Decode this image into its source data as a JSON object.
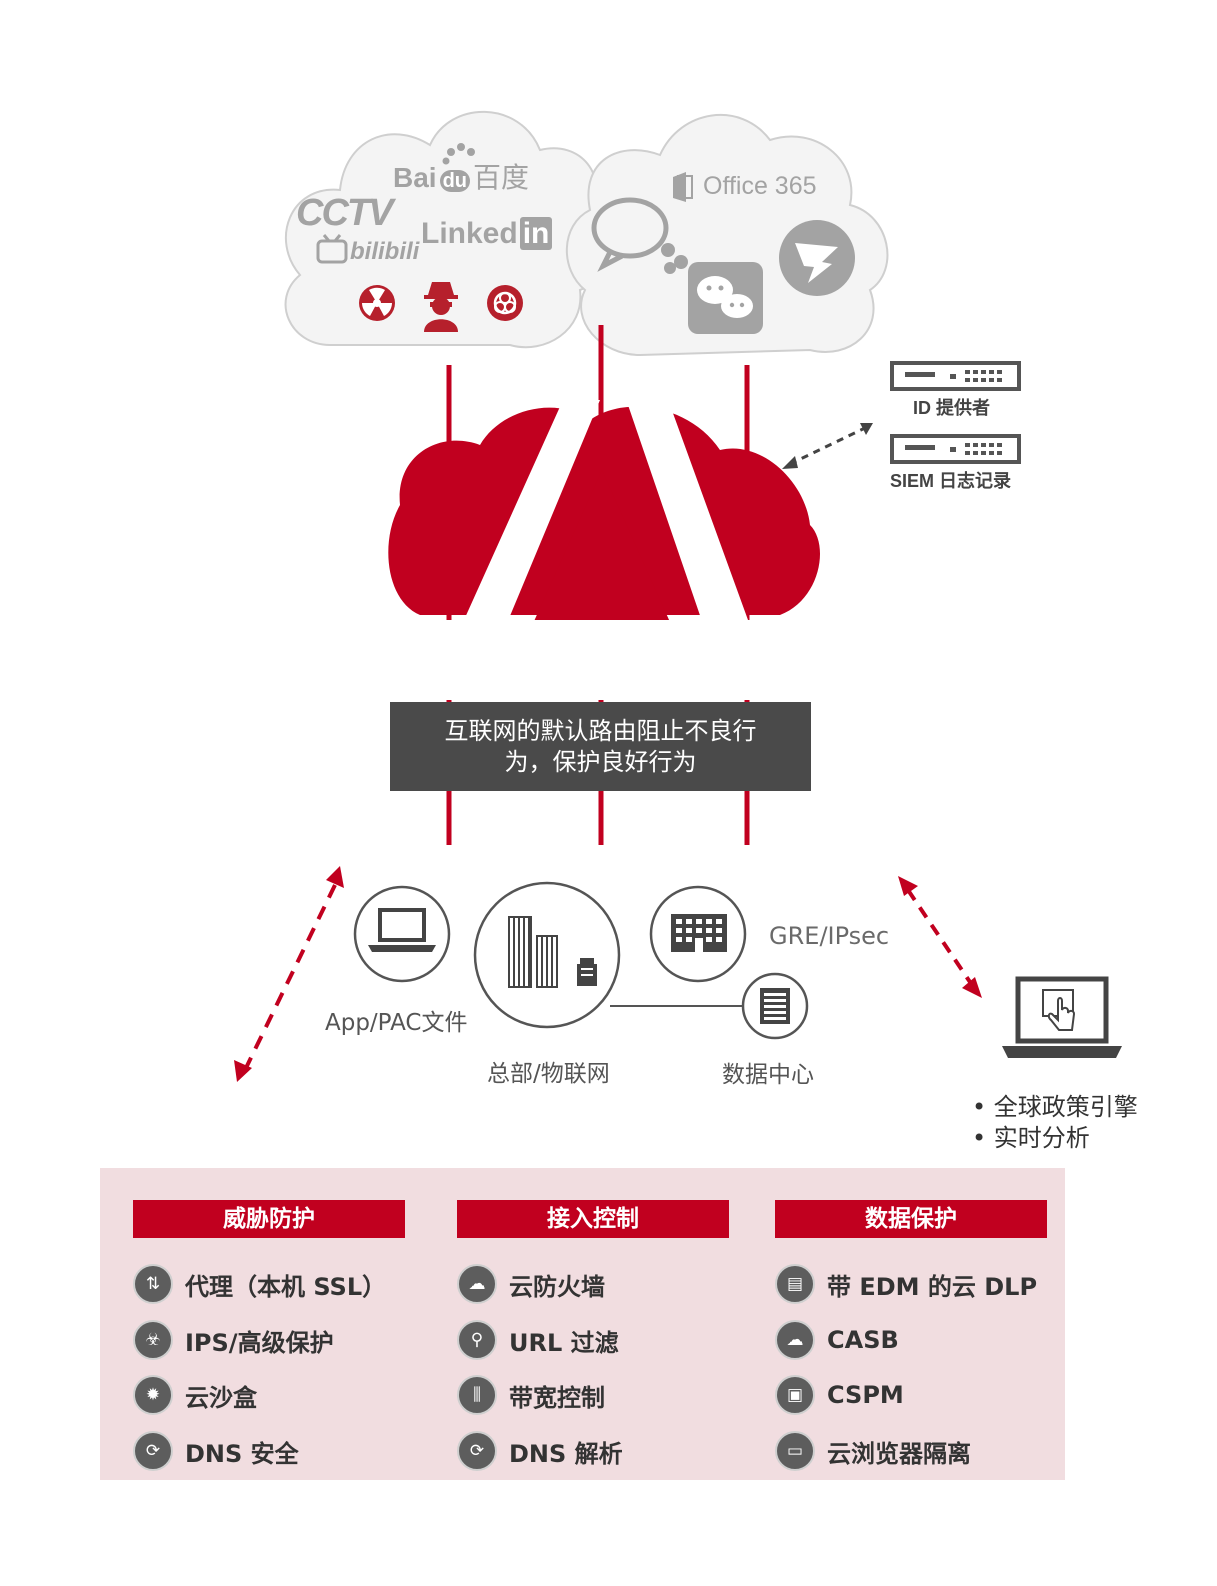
{
  "colors": {
    "accent": "#c1001f",
    "banner": "#4a4a4a",
    "panel": "#f1dde0",
    "icon": "#5d5d5d",
    "logo_gray": "#a3a3a3"
  },
  "cloud_left": {
    "logos": {
      "baidu": "Bai",
      "baidu_du": "du",
      "baidu_cn": "百度",
      "cctv": "CCTV",
      "linkedin": "Linked",
      "linkedin_in": "in",
      "bilibili": "bilibili"
    },
    "threat_icons": [
      "radiation-icon",
      "hacker-icon",
      "biohazard-icon"
    ]
  },
  "cloud_right": {
    "logos": {
      "office": "Office 365"
    },
    "icons": [
      "chat-bubbles-icon",
      "wechat-icon",
      "dingtalk-icon"
    ]
  },
  "servers": {
    "id_provider": "ID 提供者",
    "siem": "SIEM 日志记录"
  },
  "banner": {
    "line1": "互联网的默认路由阻止不良行",
    "line2": "为，保护良好行为"
  },
  "endpoints": {
    "app_pac": "App/PAC文件",
    "hq": "总部/物联网",
    "gre": "GRE/IPsec",
    "datacenter": "数据中心"
  },
  "analytics": {
    "bullets": [
      "全球政策引擎",
      "实时分析"
    ]
  },
  "features": {
    "columns": [
      {
        "title": "威胁防护",
        "items": [
          {
            "icon": "proxy-icon",
            "label": "代理（本机 SSL）"
          },
          {
            "icon": "biohazard-shield-icon",
            "label": "IPS/高级保护"
          },
          {
            "icon": "sandbox-icon",
            "label": "云沙盒"
          },
          {
            "icon": "dns-security-icon",
            "label": "DNS 安全"
          }
        ]
      },
      {
        "title": "接入控制",
        "items": [
          {
            "icon": "cloud-firewall-icon",
            "label": "云防火墙"
          },
          {
            "icon": "magnifier-icon",
            "label": "URL 过滤"
          },
          {
            "icon": "bandwidth-sliders-icon",
            "label": "带宽控制"
          },
          {
            "icon": "dns-resolve-icon",
            "label": "DNS 解析"
          }
        ]
      },
      {
        "title": "数据保护",
        "items": [
          {
            "icon": "folder-lock-icon",
            "label": "带 EDM 的云 DLP"
          },
          {
            "icon": "casb-icon",
            "label": "CASB"
          },
          {
            "icon": "lock-document-icon",
            "label": "CSPM"
          },
          {
            "icon": "isolation-browser-icon",
            "label": "云浏览器隔离"
          }
        ]
      }
    ]
  }
}
